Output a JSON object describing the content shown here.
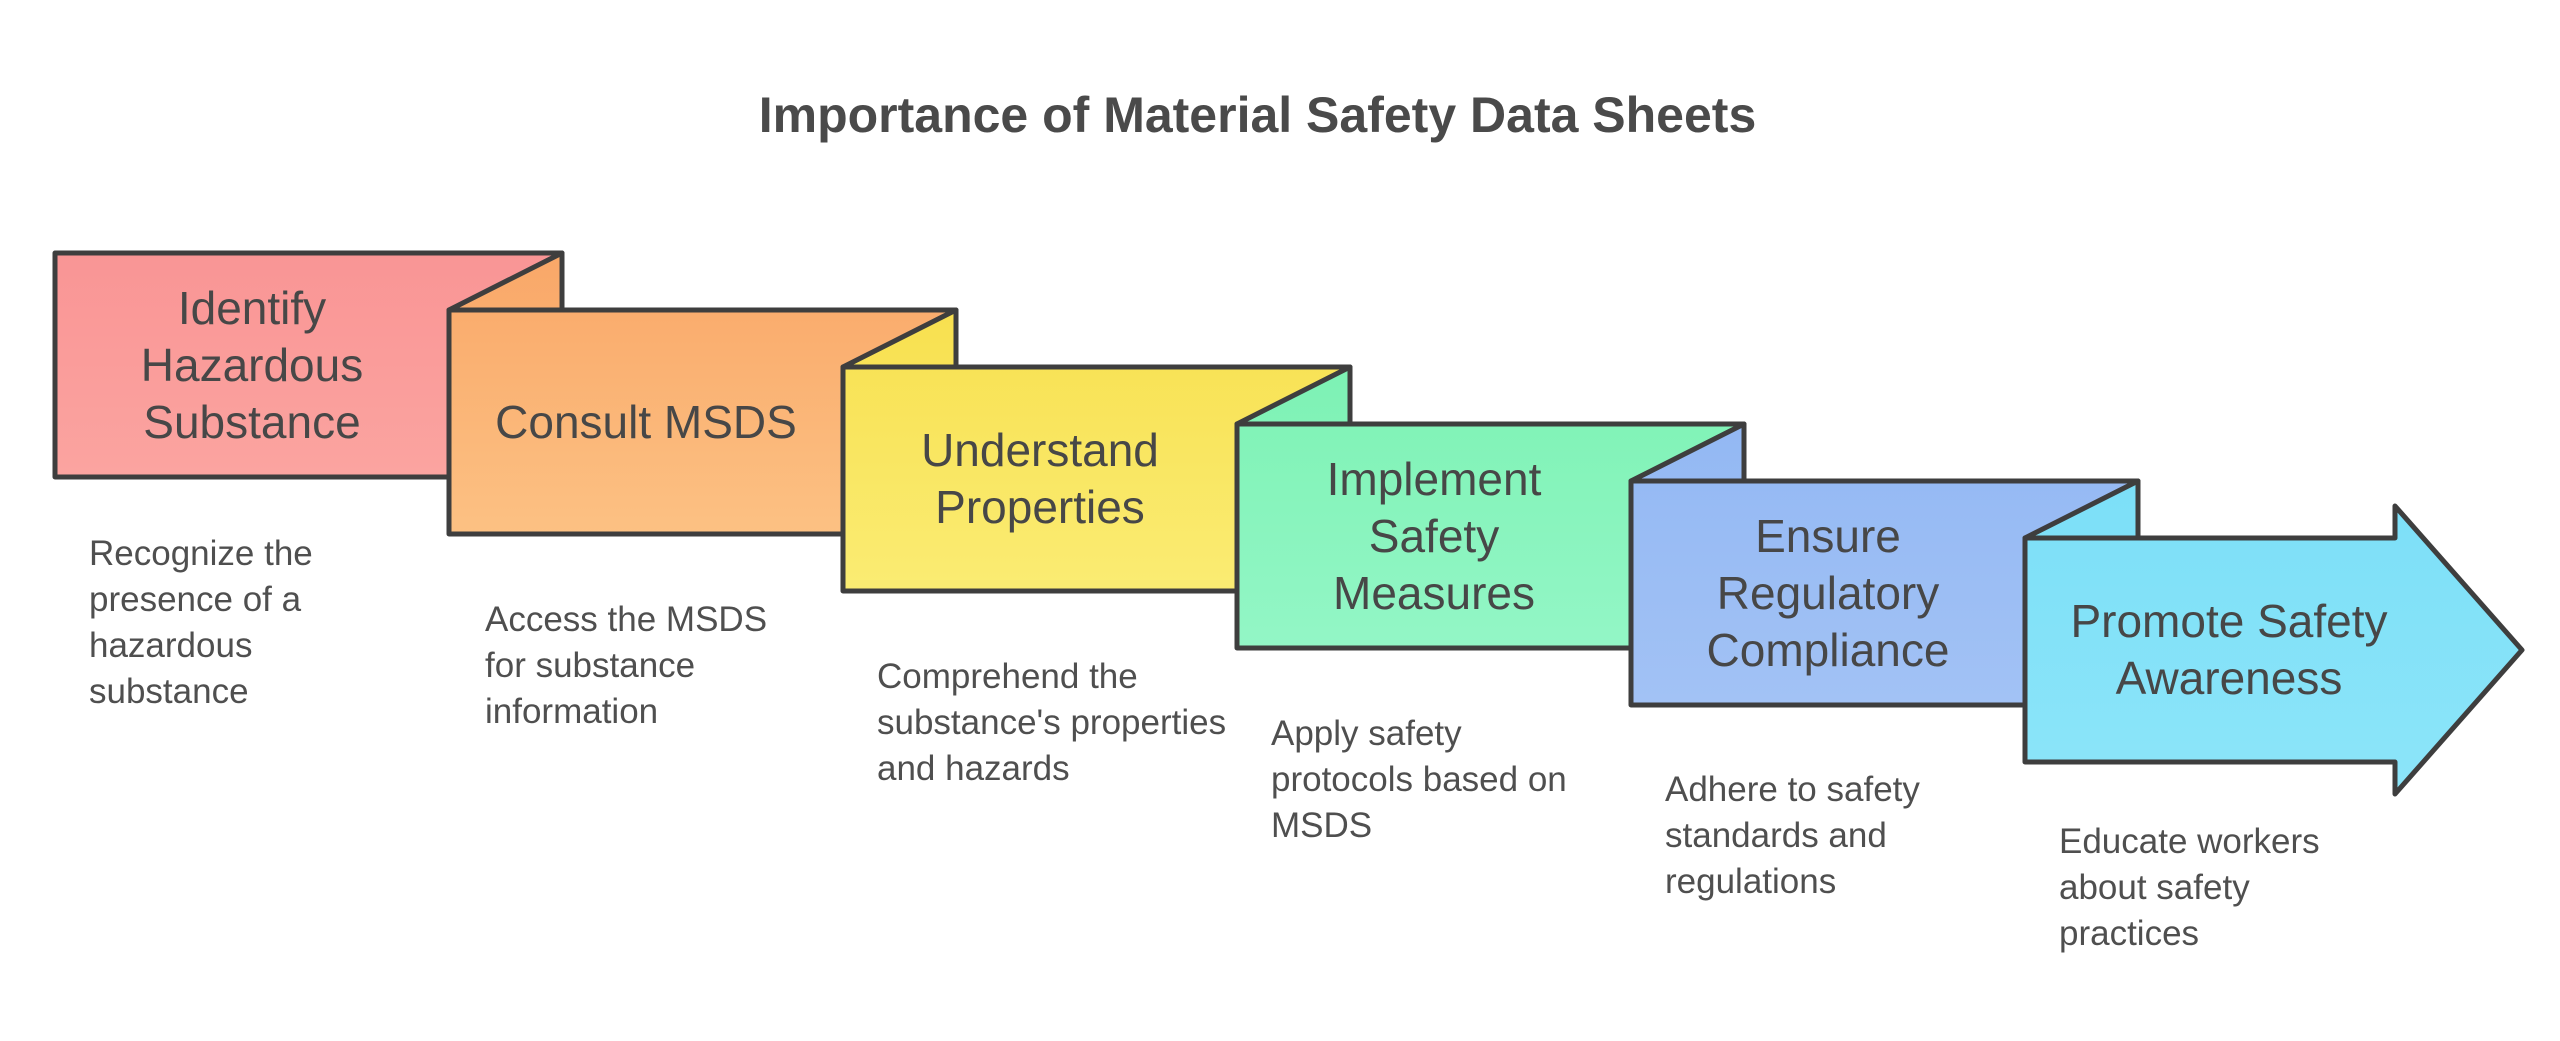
{
  "title": "Importance of Material Safety Data Sheets",
  "colors": {
    "background": "#ffffff",
    "stroke": "#3e3e3e",
    "title_text": "#4a4a4a",
    "box_text": "#474747",
    "desc_text": "#4f4f4f"
  },
  "steps": [
    {
      "label": [
        "Identify",
        "Hazardous",
        "Substance"
      ],
      "description": [
        "Recognize the",
        "presence of a",
        "hazardous",
        "substance"
      ],
      "shape": "folded-box",
      "fill_top": "#f99595",
      "fill_bottom": "#fba4a0"
    },
    {
      "label": [
        "Consult MSDS"
      ],
      "description": [
        "Access the MSDS",
        "for substance",
        "information"
      ],
      "shape": "folded-box",
      "fill_top": "#f9a768",
      "fill_bottom": "#fcc183"
    },
    {
      "label": [
        "Understand",
        "Properties"
      ],
      "description": [
        "Comprehend the",
        "substance's properties",
        "and hazards"
      ],
      "shape": "folded-box",
      "fill_top": "#f8e04f",
      "fill_bottom": "#faec73"
    },
    {
      "label": [
        "Implement",
        "Safety",
        "Measures"
      ],
      "description": [
        "Apply safety",
        "protocols based on",
        "MSDS"
      ],
      "shape": "folded-box",
      "fill_top": "#7df2b4",
      "fill_bottom": "#93f6c6"
    },
    {
      "label": [
        "Ensure",
        "Regulatory",
        "Compliance"
      ],
      "description": [
        "Adhere to safety",
        "standards and",
        "regulations"
      ],
      "shape": "folded-box",
      "fill_top": "#93b8f3",
      "fill_bottom": "#a2c2f5"
    },
    {
      "label": [
        "Promote Safety",
        "Awareness"
      ],
      "description": [
        "Educate workers",
        "about safety",
        "practices"
      ],
      "shape": "arrow",
      "fill_top": "#7cdff8",
      "fill_bottom": "#8ce5f9"
    }
  ]
}
